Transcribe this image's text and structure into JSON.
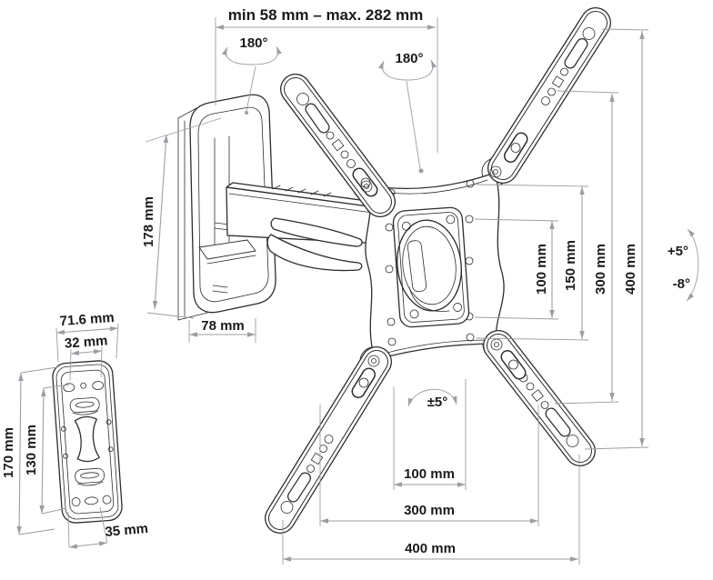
{
  "colors": {
    "drawing_line": "#2d2d2d",
    "dimension_line": "#9b9ea3",
    "label_text": "#1a1a1a",
    "background": "#ffffff"
  },
  "main_view": {
    "extension_range_label": "min 58 mm – max. 282 mm",
    "swivel_left_label": "180°",
    "swivel_right_label": "180°",
    "bracket_height_label": "178 mm",
    "wall_cover_width_label": "78 mm",
    "tilt_up_label": "+5°",
    "tilt_down_label": "-8°",
    "level_adjust_label": "±5°",
    "vesa_vertical": {
      "v100": "100 mm",
      "v150": "150 mm",
      "v300": "300 mm",
      "v400": "400 mm"
    },
    "vesa_horizontal": {
      "h100": "100 mm",
      "h300": "300 mm",
      "h400": "400 mm"
    }
  },
  "wall_plate_view": {
    "width_label": "71.6 mm",
    "top_holes_spacing_label": "32 mm",
    "height_label": "170 mm",
    "holes_vertical_spacing_label": "130 mm",
    "bottom_holes_spacing_label": "35 mm"
  }
}
